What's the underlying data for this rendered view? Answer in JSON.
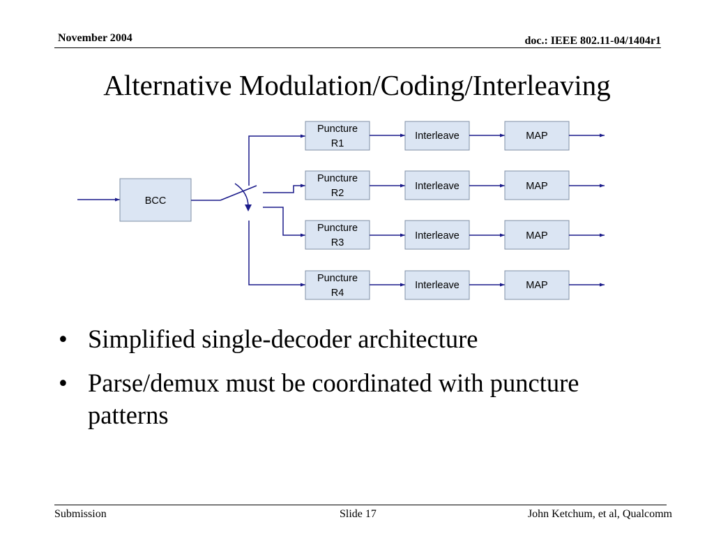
{
  "header": {
    "date": "November 2004",
    "doc_id": "doc.: IEEE 802.11-04/1404r1"
  },
  "title": "Alternative Modulation/Coding/Interleaving",
  "diagram": {
    "encoder_label": "BCC",
    "branches": [
      {
        "puncture_line1": "Puncture",
        "puncture_line2": "R1",
        "interleave": "Interleave",
        "map": "MAP"
      },
      {
        "puncture_line1": "Puncture",
        "puncture_line2": "R2",
        "interleave": "Interleave",
        "map": "MAP"
      },
      {
        "puncture_line1": "Puncture",
        "puncture_line2": "R3",
        "interleave": "Interleave",
        "map": "MAP"
      },
      {
        "puncture_line1": "Puncture",
        "puncture_line2": "R4",
        "interleave": "Interleave",
        "map": "MAP"
      }
    ],
    "colors": {
      "box_fill": "#dbe5f3",
      "box_border": "#7f8fa6",
      "wire": "#1a1a8a"
    }
  },
  "bullets": [
    {
      "marker": "•",
      "text": "Simplified single-decoder architecture"
    },
    {
      "marker": "•",
      "text": "Parse/demux must be coordinated with puncture patterns"
    }
  ],
  "footer": {
    "left": "Submission",
    "center": "Slide 17",
    "right": "John Ketchum, et al, Qualcomm"
  }
}
